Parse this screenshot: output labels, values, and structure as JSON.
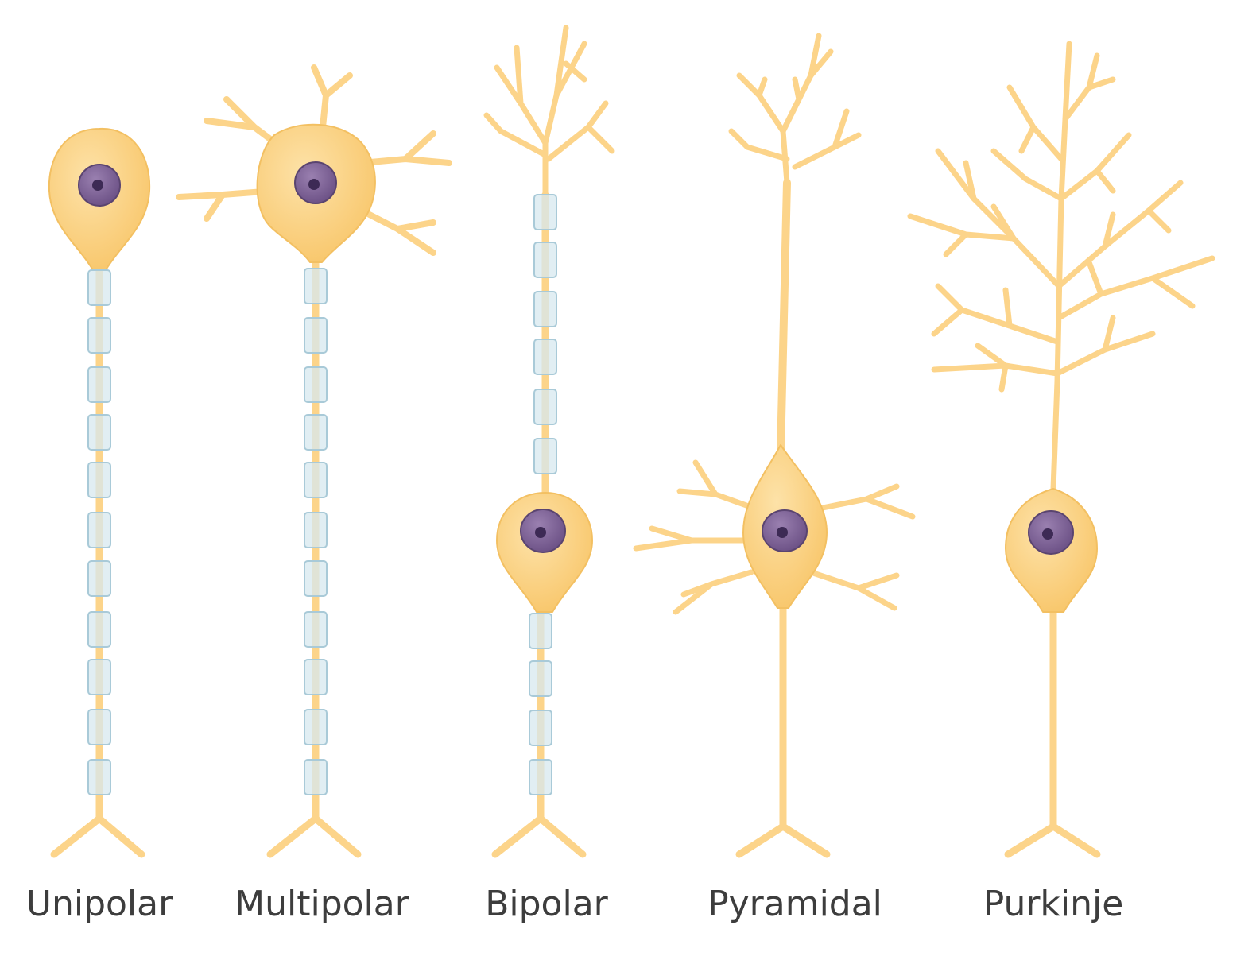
{
  "labels": {
    "unipolar": "Unipolar",
    "multipolar": "Multipolar",
    "bipolar": "Bipolar",
    "pyramidal": "Pyramidal",
    "purkinje": "Purkinje"
  },
  "colors": {
    "cell_fill": "#fcd48a",
    "cell_edge": "#f3c062",
    "nucleus": "#7d6394",
    "nucleus_edge": "#5a4470",
    "nucleolus": "#3d2a55",
    "myelin": "#d7e8ef",
    "myelin_edge": "#a9cad8",
    "label_text": "#3d3d3d"
  }
}
